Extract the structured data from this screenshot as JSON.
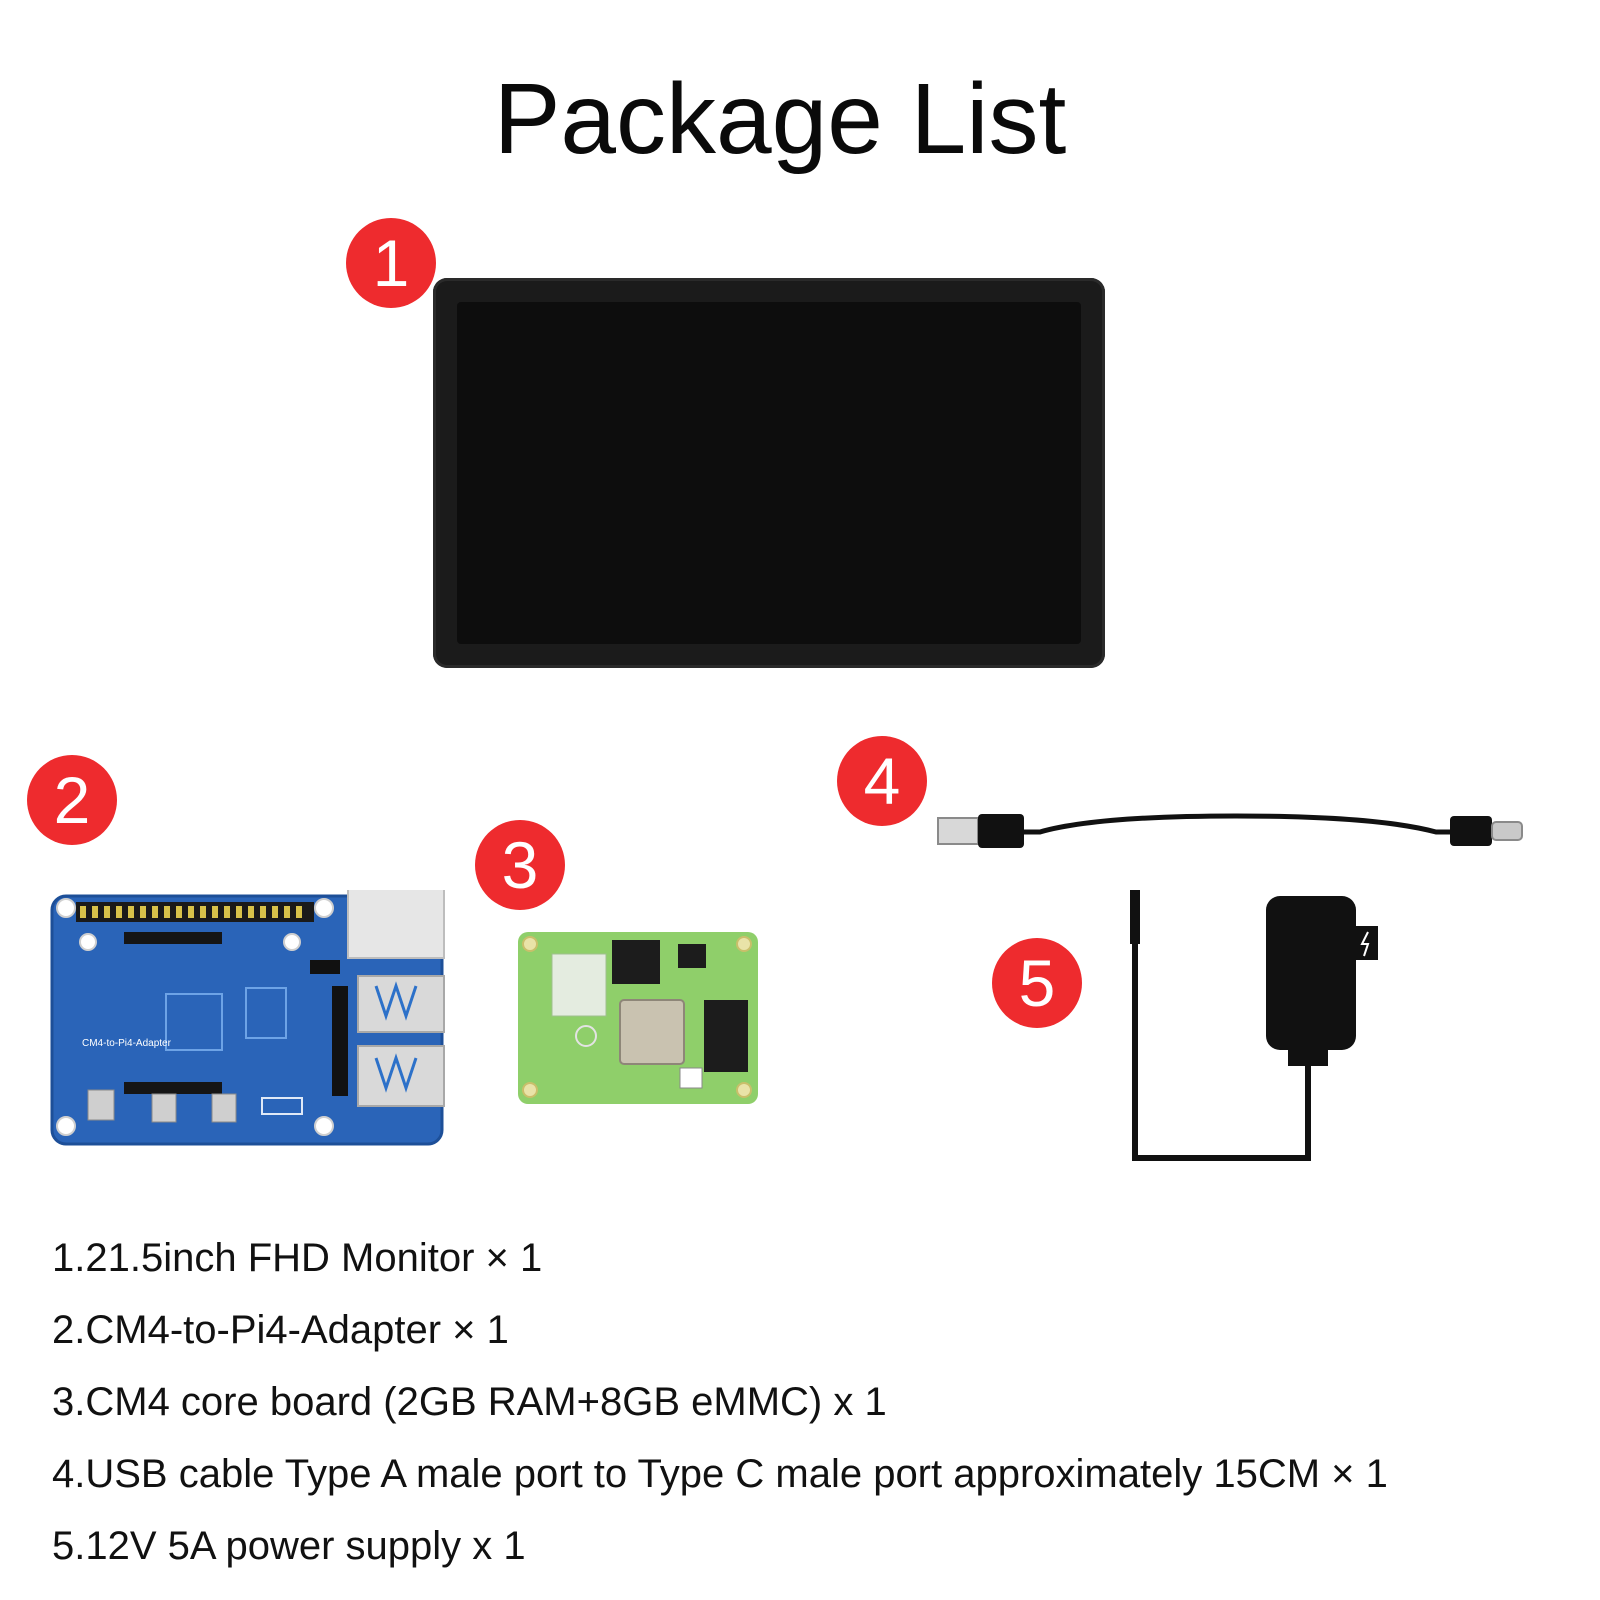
{
  "title": "Package List",
  "badges": [
    "1",
    "2",
    "3",
    "4",
    "5"
  ],
  "colors": {
    "badge": "#ee2b2e",
    "board_blue": "#2a64b8",
    "cm4_green": "#8fcf6a"
  },
  "items": [
    "1.21.5inch FHD Monitor × 1",
    "2.CM4-to-Pi4-Adapter × 1",
    "3.CM4 core board (2GB RAM+8GB eMMC) x 1",
    "4.USB cable Type A male port to Type C male port approximately 15CM × 1",
    "5.12V 5A power supply x 1"
  ],
  "adapter_label": "CM4-to-Pi4-Adapter"
}
